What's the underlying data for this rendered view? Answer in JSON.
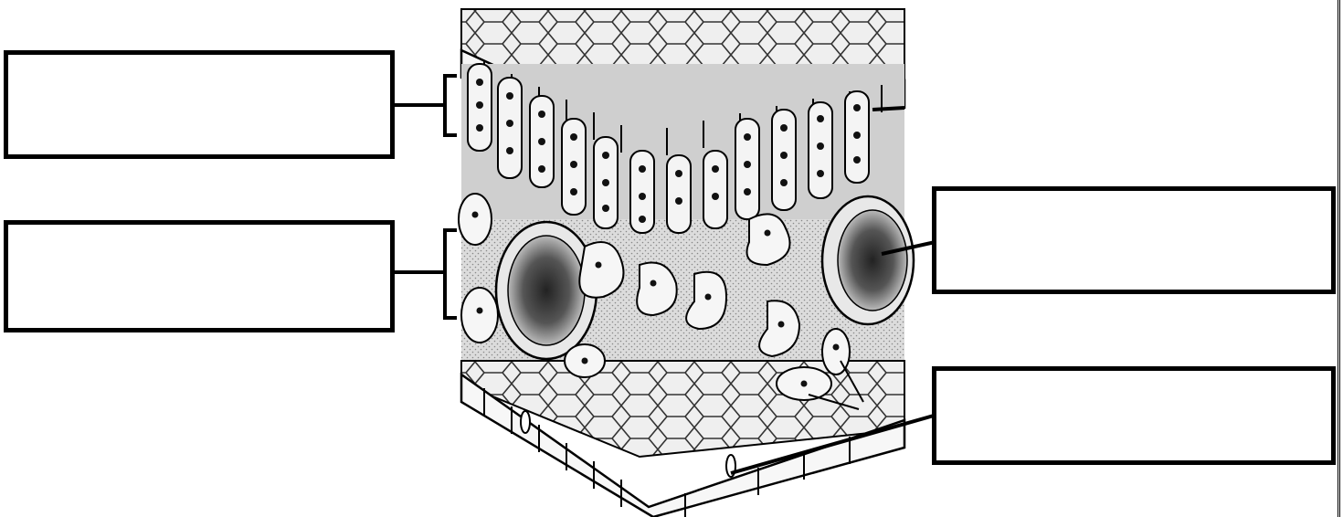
{
  "diagram": {
    "boxes": [
      {
        "id": "upper-left",
        "text": ""
      },
      {
        "id": "lower-left",
        "text": ""
      },
      {
        "id": "upper-right",
        "text": ""
      },
      {
        "id": "lower-right",
        "text": ""
      }
    ]
  },
  "colors": {
    "line": "#000000",
    "cell_fill": "#f2f2f2",
    "cell_shade": "#9a9a9a",
    "palisade_fill": "#e8e8e8",
    "nucleus": "#111111",
    "vessel_fill": "#555555"
  }
}
